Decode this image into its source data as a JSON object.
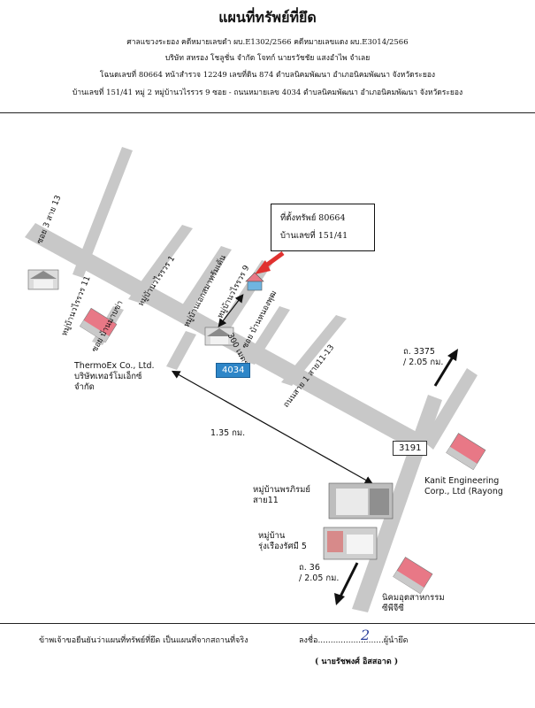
{
  "header": {
    "title": "แผนที่ทรัพย์ที่ยึด",
    "line1": "ศาลแขวงระยอง คดีหมายเลขดำ ผบ.E1302/2566 คดีหมายเลขแดง ผบ.E3014/2566",
    "line2": "บริษัท สหรอง โชลูชั่น จำกัด โจทก์ นายรวัชชัย แสงอำไพ จำเลย",
    "line3": "โฉนดเลขที่ 80664 หน้าสำรวจ 12249 เลขที่ดิน 874 ตำบลนิคมพัฒนา อำเภอนิคมพัฒนา จังหวัดระยอง",
    "line4": "บ้านเลขที่ 151/41 หมู่ 2 หมู่บ้านวไรรวร 9 ซอย - ถนนหมายเลข 4034 ตำบลนิคมพัฒนา อำเภอนิคมพัฒนา จังหวัดระยอง"
  },
  "property_box": {
    "line1": "ที่ตั้งทรัพย์ 80664",
    "line2": "บ้านเลขที่ 151/41"
  },
  "roads": {
    "soi3": "ซอย 3 สาย 13",
    "villa11": "หมู่บ้านวไรรวร 11",
    "villa1": "หมู่บ้านวไรรวร 1",
    "soi_banmapkha": "ซอย บ้านมาบข่า",
    "kesorn": "หมู่บ้านเอกสมาทรัมเด้น",
    "villa9": "หมู่บ้านวไรรวร 9",
    "soi_bannong": "ซอย บ้านหนองพุฒ",
    "rd_line1": "ถนนสาย 1 สาย11-13",
    "distance_300": "300 เมตร"
  },
  "routes": {
    "r4034": "4034",
    "r3191": "3191",
    "r3375_a": "ถ. 3375",
    "r3375_b": "/ 2.05 กม.",
    "r36_a": "ถ. 36",
    "r36_b": "/ 2.05 กม."
  },
  "distance_main": "1.35 กม.",
  "landmarks": {
    "thermoex_en": "ThermoEx Co., Ltd.",
    "thermoex_th1": "บริษัทเทอร์โมเอ็กซ์",
    "thermoex_th2": "จำกัด",
    "kanit_1": "Kanit Engineering",
    "kanit_2": "Corp., Ltd (Rayong",
    "phrommin_1": "หมู่บ้านพรภิรมย์",
    "phrommin_2": "สาย11",
    "rungruang_1": "หมู่บ้าน",
    "rungruang_2": "รุ่งเรืองรัศมี 5",
    "estate_1": "นิคมอุตสาหกรรม",
    "estate_2": "ซีพีจีซี"
  },
  "footer": {
    "certify": "ข้าพเจ้าขอยืนยันว่าแผนที่ทรัพย์ที่ยึด เป็นแผนที่จากสถานที่จริง",
    "sign_label": "ลงชื่อ",
    "sign_dots": "..........................",
    "signature": "2",
    "role": "ผู้นำยึด",
    "name": "( นายรัชพงศ์ อิสสอาด )"
  },
  "colors": {
    "road": "#c8c8c8",
    "arrow_red": "#e0312f",
    "route_blue": "#2e86c8",
    "factory_pink": "#e87886"
  }
}
